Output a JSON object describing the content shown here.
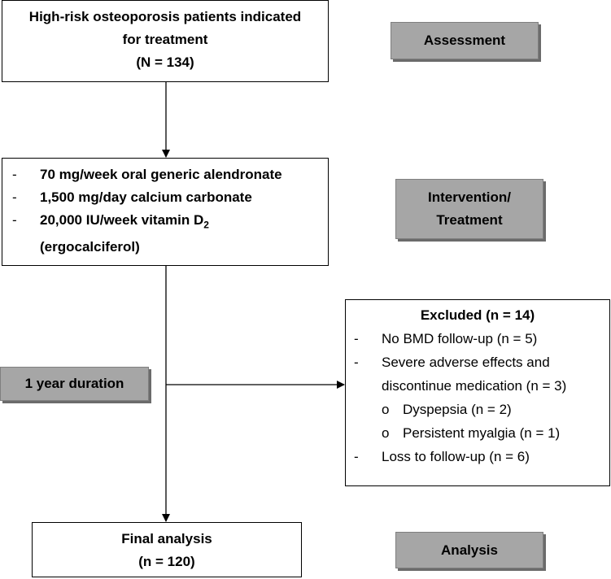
{
  "assessment_box": {
    "line1": "High-risk osteoporosis patients indicated",
    "line2": "for treatment",
    "count": "(N = 134)"
  },
  "treatment_box": {
    "items": [
      {
        "dash": "-",
        "text": "70 mg/week oral generic alendronate"
      },
      {
        "dash": "-",
        "text": "1,500 mg/day calcium carbonate"
      },
      {
        "dash": "-",
        "text_main": "20,000 IU/week vitamin D",
        "subscript": "2",
        "text_cont": "(ergocalciferol)"
      }
    ]
  },
  "excluded_box": {
    "title": "Excluded (n = 14)",
    "items": [
      {
        "dash": "-",
        "text": "No BMD follow-up (n = 5)"
      },
      {
        "dash": "-",
        "text": "Severe adverse effects and",
        "text_cont": "discontinue medication (n = 3)"
      },
      {
        "bullet": "o",
        "text": "Dyspepsia (n = 2)"
      },
      {
        "bullet": "o",
        "text": "Persistent myalgia (n = 1)"
      },
      {
        "dash": "-",
        "text": "Loss to follow-up (n = 6)"
      }
    ]
  },
  "final_box": {
    "title": "Final analysis",
    "count": "(n = 120)"
  },
  "stage_tags": {
    "assessment": "Assessment",
    "intervention_line1": "Intervention/",
    "intervention_line2": "Treatment",
    "duration": "1 year duration",
    "analysis": "Analysis"
  },
  "colors": {
    "tag_fill": "#a6a6a6",
    "tag_shadow": "#6b6b6b",
    "box_border": "#000000"
  }
}
